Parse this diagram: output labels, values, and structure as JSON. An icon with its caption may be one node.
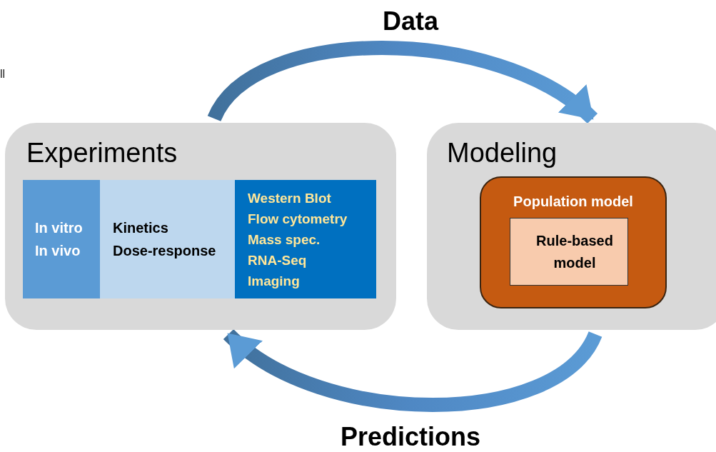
{
  "diagram": {
    "nodes": [
      {
        "text": [
          "Experiments"
        ]
      },
      {
        "text": [
          "In vitro",
          "In vivo"
        ],
        "in": 0
      },
      {
        "text": [
          "Kinetics",
          "Dose-response"
        ],
        "in": 0
      },
      {
        "text": [
          "Western Blot",
          "Flow cytometry",
          "Mass spec.",
          "RNA-Seq",
          "Imaging"
        ],
        "in": 0
      },
      {
        "text": [
          "Modeling"
        ]
      },
      {
        "text": [
          "Population model"
        ],
        "in": 4
      },
      {
        "text": [
          "Rule-based model"
        ],
        "in": 5
      }
    ],
    "edges": [
      {
        "from": 0,
        "to": 4,
        "arrow": "to",
        "label": "Data",
        "style": "thick"
      },
      {
        "from": 4,
        "to": 0,
        "arrow": "to",
        "label": "Predictions",
        "style": "thick"
      }
    ],
    "labels": [
      "ll"
    ]
  }
}
